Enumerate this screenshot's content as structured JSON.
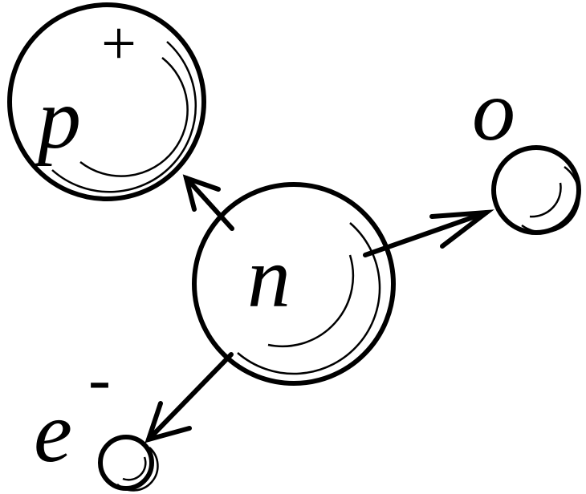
{
  "particles": {
    "proton": {
      "symbol": "p",
      "charge": "+"
    },
    "neutron": {
      "symbol": "n"
    },
    "neutrino": {
      "symbol": "o"
    },
    "electron": {
      "symbol": "e",
      "charge": "-"
    }
  },
  "colors": {
    "ink": "#000000",
    "background": "#ffffff"
  }
}
